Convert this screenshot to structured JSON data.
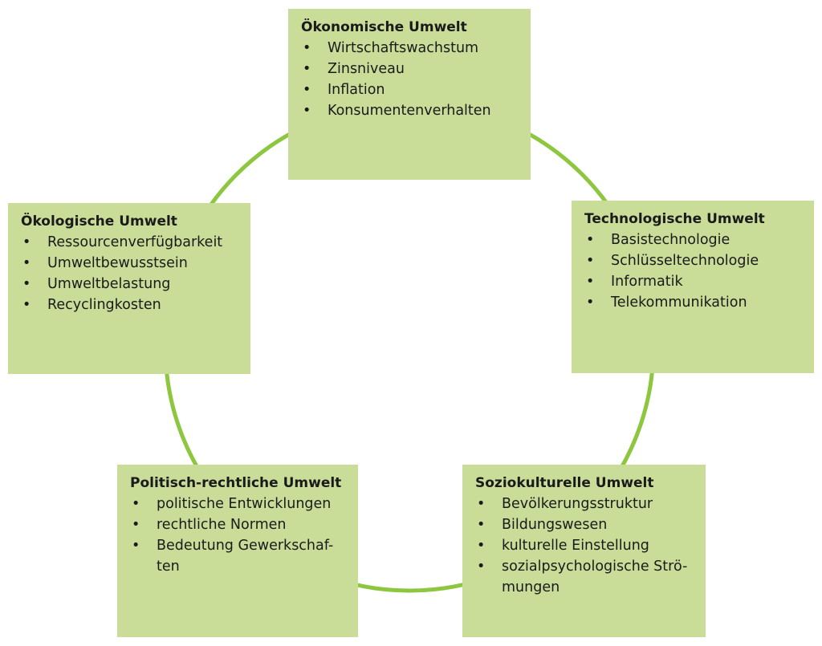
{
  "boxes": [
    {
      "id": "oekonomisch",
      "title": "Ökonomische Umwelt",
      "items": [
        "Wirtschaftswachstum",
        "Zinsniveau",
        "Inflation",
        "Konsumentenverhalten"
      ]
    },
    {
      "id": "technologisch",
      "title": "Technologische Umwelt",
      "items": [
        "Basistechnologie",
        "Schlüsseltechnologie",
        "Informatik",
        "Telekommunikation"
      ]
    },
    {
      "id": "oekologisch",
      "title": "Ökologische Umwelt",
      "items": [
        "Ressourcenverfügbarkeit",
        "Umweltbewusstsein",
        "Umweltbelastung",
        "Recyclingkosten"
      ]
    },
    {
      "id": "politisch",
      "title": "Politisch-rechtliche Umwelt",
      "items": [
        "politische Entwicklungen",
        "rechtliche Normen",
        "Bedeutung Gewerkschaf-",
        "ten"
      ]
    },
    {
      "id": "soziokulturell",
      "title": "Soziokulturelle Umwelt",
      "items": [
        "Bevölkerungsstruktur",
        "Bildungswesen",
        "kulturelle Einstellung",
        "sozialpsychologische Strö-",
        "mungen"
      ]
    }
  ],
  "bullet_symbol": "•",
  "colors": {
    "box_fill": "#c9dd98",
    "ring_stroke": "#8dc63f",
    "text": "#1a1a1a"
  }
}
